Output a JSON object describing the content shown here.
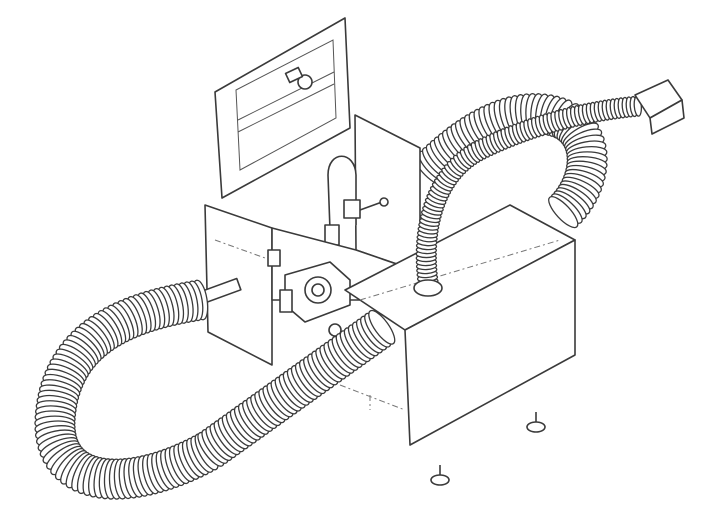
{
  "drawing": {
    "colors": {
      "line": "#3a3a3a",
      "background": "#ffffff",
      "shade": "#bdbdbd"
    },
    "parts": [
      "back-plate",
      "side-plate",
      "front-plate",
      "thermal-limit-switch",
      "heating-coil-left",
      "heating-coil-right",
      "wire-harness",
      "connector",
      "terminal-box",
      "mounting-screw"
    ]
  }
}
